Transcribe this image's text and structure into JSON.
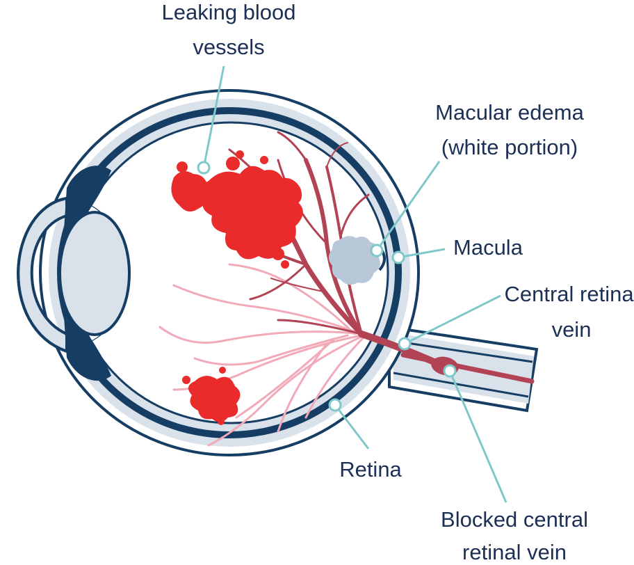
{
  "labels": {
    "leaking_vessels": {
      "line1": "Leaking blood",
      "line2": "vessels"
    },
    "macular_edema": {
      "line1": "Macular edema",
      "line2": "(white portion)"
    },
    "macula": {
      "line1": "Macula"
    },
    "central_retinal_vein": {
      "line1": "Central retinal",
      "line2": "vein"
    },
    "retina": {
      "line1": "Retina"
    },
    "blocked_vein": {
      "line1": "Blocked central",
      "line2": "retinal vein"
    }
  },
  "colors": {
    "outline": "#163d64",
    "tissue": "#d9e1ea",
    "vessel": "#b24355",
    "capillary": "#f2a9b8",
    "blood": "#ea2b2b",
    "edema": "#b8c8d8",
    "leader": "#7fc8c9",
    "text": "#1c2f55"
  }
}
